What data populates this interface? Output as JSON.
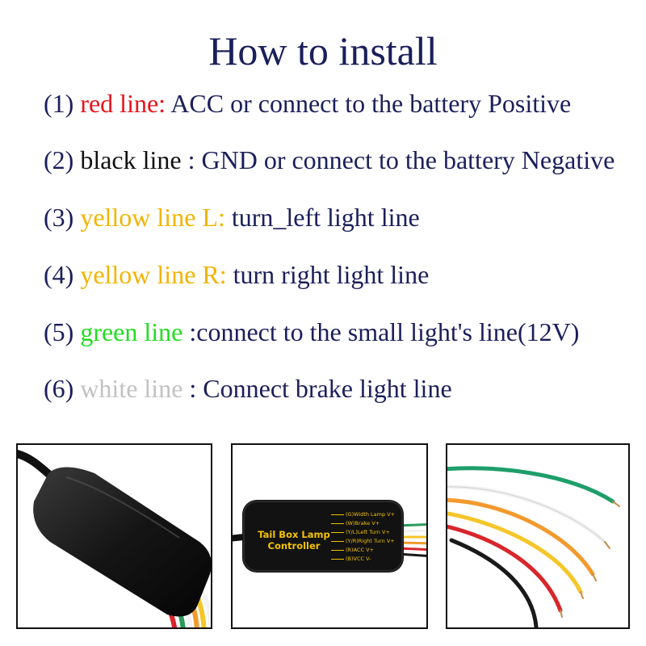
{
  "title": "How to install",
  "lines": [
    {
      "num": "(1)",
      "colored": "red line:",
      "color": "#e8141c",
      "rest": " ACC or connect to the battery Positive"
    },
    {
      "num": "(2)",
      "colored": "black line",
      "color": "#111111",
      "rest": " : GND or connect to the battery Negative"
    },
    {
      "num": "(3)",
      "colored": "yellow line L:",
      "color": "#f2b400",
      "rest": " turn_left light line"
    },
    {
      "num": "(4)",
      "colored": "yellow line R:",
      "color": "#f2b400",
      "rest": " turn right light line"
    },
    {
      "num": "(5)",
      "colored": "green line",
      "color": "#22dd22",
      "rest": " :connect to the small light's line(12V)"
    },
    {
      "num": "(6)",
      "colored": "white line",
      "color": "#c2c2c2",
      "rest": " : Connect brake light line"
    }
  ],
  "controller": {
    "title1": "Tail Box Lamp",
    "title2": "Controller",
    "labels": [
      "(G)Width Lamp V+",
      "(W)Brake V+",
      "(Y/L)Left Turn V+",
      "(Y/R)Right Turn V+",
      "(R)ACC V+",
      "(B)VCC V-"
    ]
  },
  "colors": {
    "title_text": "#1b1f5a",
    "wire_green": "#1e9e6a",
    "wire_white": "#f2f2f2",
    "wire_orange": "#f29a2e",
    "wire_yellow": "#f5c62a",
    "wire_red": "#d8262a",
    "wire_black": "#1a1a1a",
    "controller_text": "#f3c300"
  }
}
